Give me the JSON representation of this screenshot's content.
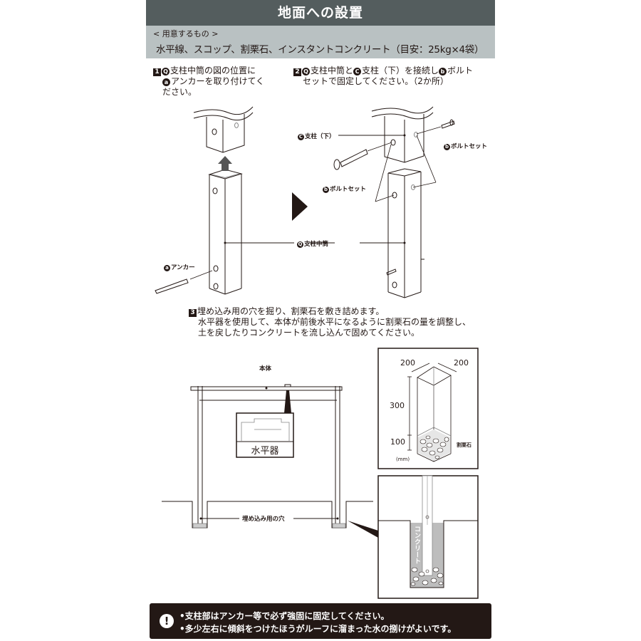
{
  "header": {
    "title": "地面への設置",
    "bg_color": "#545d5e",
    "sub_bg_color": "#b9c1c2"
  },
  "materials": {
    "label": "< 用意するもの >",
    "items": "水平線、スコップ、割栗石、インスタントコンクリート（目安：25kg×4袋）"
  },
  "step1": {
    "number": "1",
    "line1_circle": "Q",
    "line1": "支柱中筒の図の位置に",
    "line2_circle": "a",
    "line2": "アンカーを取り付けてく",
    "line3": "ださい。",
    "labels": {
      "anchor_circle": "a",
      "anchor": "アンカー"
    }
  },
  "step2": {
    "number": "2",
    "circle_q": "Q",
    "text_a": "支柱中筒と",
    "circle_c": "C",
    "text_b": "支柱（下）を接続し",
    "circle_b": "b",
    "text_c": "ボルト",
    "line2": "セットで固定してください。（2か所）",
    "labels": {
      "post_lower_circle": "C",
      "post_lower": "支柱（下）",
      "bolt_set_right_circle": "b",
      "bolt_set_right": "ボルトセット",
      "bolt_set_left_circle": "b",
      "bolt_set_left": "ボルトセット",
      "middle_post_circle": "Q",
      "middle_post": "支柱中筒"
    }
  },
  "step3": {
    "number": "3",
    "line1": "埋め込み用の穴を掘り、割栗石を敷き詰めます。",
    "line2": "水平器を使用して、本体が前後水平になるように割栗石の量を調整し、",
    "line3": "土を戻したりコンクリートを流し込んで固めてください。",
    "labels": {
      "body": "本体",
      "level": "水平器",
      "hole": "埋め込み用の穴",
      "crushed_stone": "割栗石",
      "concrete": "コンクリート",
      "unit": "(mm)"
    },
    "dimensions": {
      "width_left": "200",
      "width_right": "200",
      "depth_upper": "300",
      "depth_lower": "100"
    }
  },
  "notice": {
    "icon": "!",
    "line1": "•支柱部はアンカー等で必ず強固に固定してください。",
    "line2": "•多少左右に傾斜をつけたほうがルーフに溜まった水の捌けがよいです。",
    "bg_color": "#231815"
  }
}
